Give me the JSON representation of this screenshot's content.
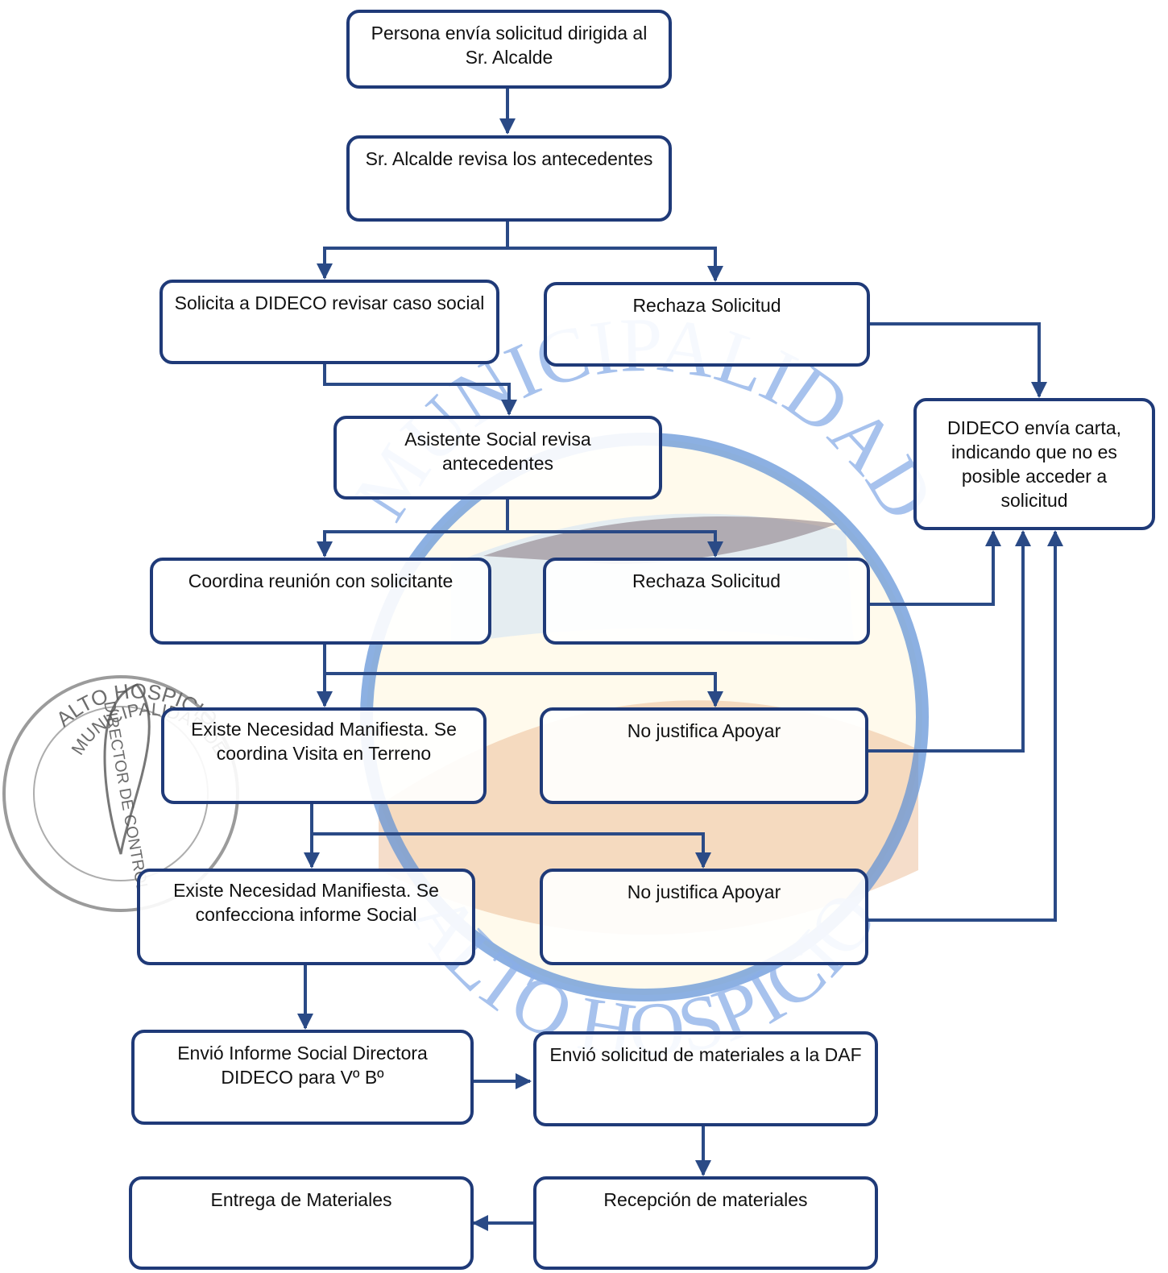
{
  "colors": {
    "border": "#1f3a78",
    "connector": "#2a4a86",
    "watermark_ring": "#5b8fd6",
    "stamp": "#8a8a8a"
  },
  "watermark": {
    "top_text": "MUNICIPALIDAD",
    "bottom_text": "ALTO HOSPICIO"
  },
  "stamp": {
    "outer_text": "ALTO HOSPICIO",
    "inner_text": "MUNICIPALIDAD DE",
    "center_text": "DIRECTOR DE CONTROL"
  },
  "nodes": {
    "persona_envia": "Persona envía solicitud dirigida al Sr. Alcalde",
    "alcalde_revisa": "Sr. Alcalde revisa los antecedentes",
    "solicita_dideco": "Solicita a DIDECO revisar caso social",
    "rechaza_1": "Rechaza Solicitud",
    "dideco_carta": "DIDECO envía carta, indicando que no es posible acceder a solicitud",
    "asistente_revisa": "Asistente Social revisa antecedentes",
    "coordina_reunion": "Coordina reunión con solicitante",
    "rechaza_2": "Rechaza Solicitud",
    "necesidad_visita": "Existe Necesidad Manifiesta. Se coordina Visita en Terreno",
    "no_justifica_1": "No justifica Apoyar",
    "necesidad_informe": "Existe Necesidad Manifiesta. Se confecciona informe Social",
    "no_justifica_2": "No justifica Apoyar",
    "envio_informe": "Envió Informe Social Directora DIDECO para Vº Bº",
    "envio_materiales": "Envió solicitud de materiales a la DAF",
    "entrega_materiales": "Entrega de Materiales",
    "recepcion_materiales": "Recepción de materiales"
  }
}
